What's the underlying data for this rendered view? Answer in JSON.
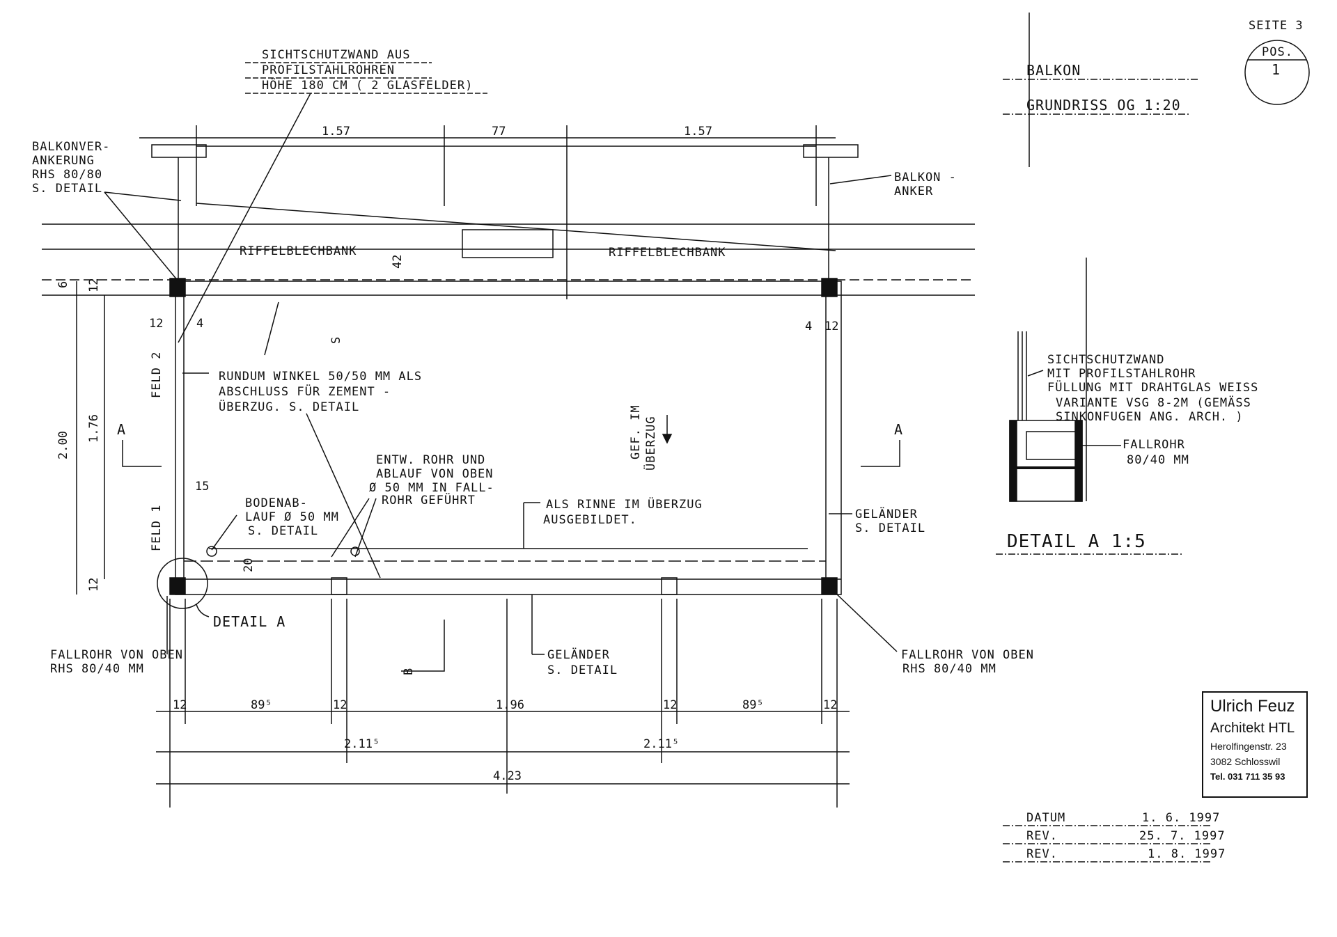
{
  "sheet": {
    "page_label": "SEITE 3",
    "pos_label": "POS.",
    "pos_number": "1",
    "title": "BALKON",
    "subtitle": "GRUNDRISS OG 1:20"
  },
  "labels": {
    "sichtschutz_top": [
      "SICHTSCHUTZWAND AUS",
      "PROFILSTAHLROHREN",
      "HÖHE 180 CM ( 2 GLASFELDER)"
    ],
    "balkonverankerung": [
      "BALKONVER-",
      "ANKERUNG",
      "RHS 80/80",
      "S. DETAIL"
    ],
    "balkonanker": [
      "BALKON -",
      "ANKER"
    ],
    "riffelblech_left": "RIFFELBLECHBANK",
    "riffelblech_right": "RIFFELBLECHBANK",
    "rundum": [
      "RUNDUM WINKEL 50/50 MM ALS",
      "ABSCHLUSS FÜR ZEMENT -",
      "ÜBERZUG. S. DETAIL"
    ],
    "gef_im": "GEF. IM",
    "ueberzug": "ÜBERZUG",
    "feld2": "FELD 2",
    "feld1": "FELD 1",
    "entw_rohr": [
      "ENTW. ROHR UND",
      "ABLAUF VON OBEN",
      "Ø 50 MM IN FALL-",
      "ROHR GEFÜHRT"
    ],
    "bodenablauf": [
      "BODENAB-",
      "LAUF Ø 50 MM",
      "S. DETAIL"
    ],
    "rinne": [
      "ALS RINNE IM ÜBERZUG",
      "AUSGEBILDET."
    ],
    "gelaender_right": [
      "GELÄNDER",
      "S. DETAIL"
    ],
    "gelaender_bottom": [
      "GELÄNDER",
      "S. DETAIL"
    ],
    "detail_a_callout": "DETAIL A",
    "fallrohr_left": [
      "FALLROHR VON OBEN",
      "RHS 80/40 MM"
    ],
    "fallrohr_right": [
      "FALLROHR VON OBEN",
      "RHS 80/40 MM"
    ],
    "section_a": "A",
    "section_b": "B",
    "detail_sichtschutz": [
      "SICHTSCHUTZWAND",
      "MIT PROFILSTAHLROHR",
      "FÜLLUNG MIT DRAHTGLAS WEISS",
      "VARIANTE VSG 8-2M (GEMÄSS",
      "SINKONFUGEN ANG. ARCH. )"
    ],
    "detail_fallrohr": [
      "FALLROHR",
      "80/40 MM"
    ],
    "detail_a_title": "DETAIL A 1:5"
  },
  "dimensions": {
    "top": [
      "1.57",
      "77",
      "1.57"
    ],
    "bottom_row1": [
      "12",
      "89⁵",
      "12",
      "1.96",
      "12",
      "89⁵",
      "12"
    ],
    "bottom_row2": [
      "2.11⁵",
      "2.11⁵"
    ],
    "bottom_total": "4.23",
    "left_outer": "2.00",
    "left_inner": "1.76",
    "left_small": [
      "6",
      "12",
      "12"
    ],
    "misc": [
      "12",
      "4",
      "4",
      "12",
      "15",
      "20",
      "42",
      "S"
    ]
  },
  "stamp": {
    "name": "Ulrich Feuz",
    "title": "Architekt HTL",
    "street": "Herolfingenstr. 23",
    "city": "3082 Schlosswil",
    "phone": "Tel. 031 711 35 93"
  },
  "revisions": [
    {
      "label": "DATUM",
      "date": "1. 6. 1997"
    },
    {
      "label": "REV.",
      "date": "25. 7. 1997"
    },
    {
      "label": "REV.",
      "date": "1. 8. 1997"
    }
  ]
}
